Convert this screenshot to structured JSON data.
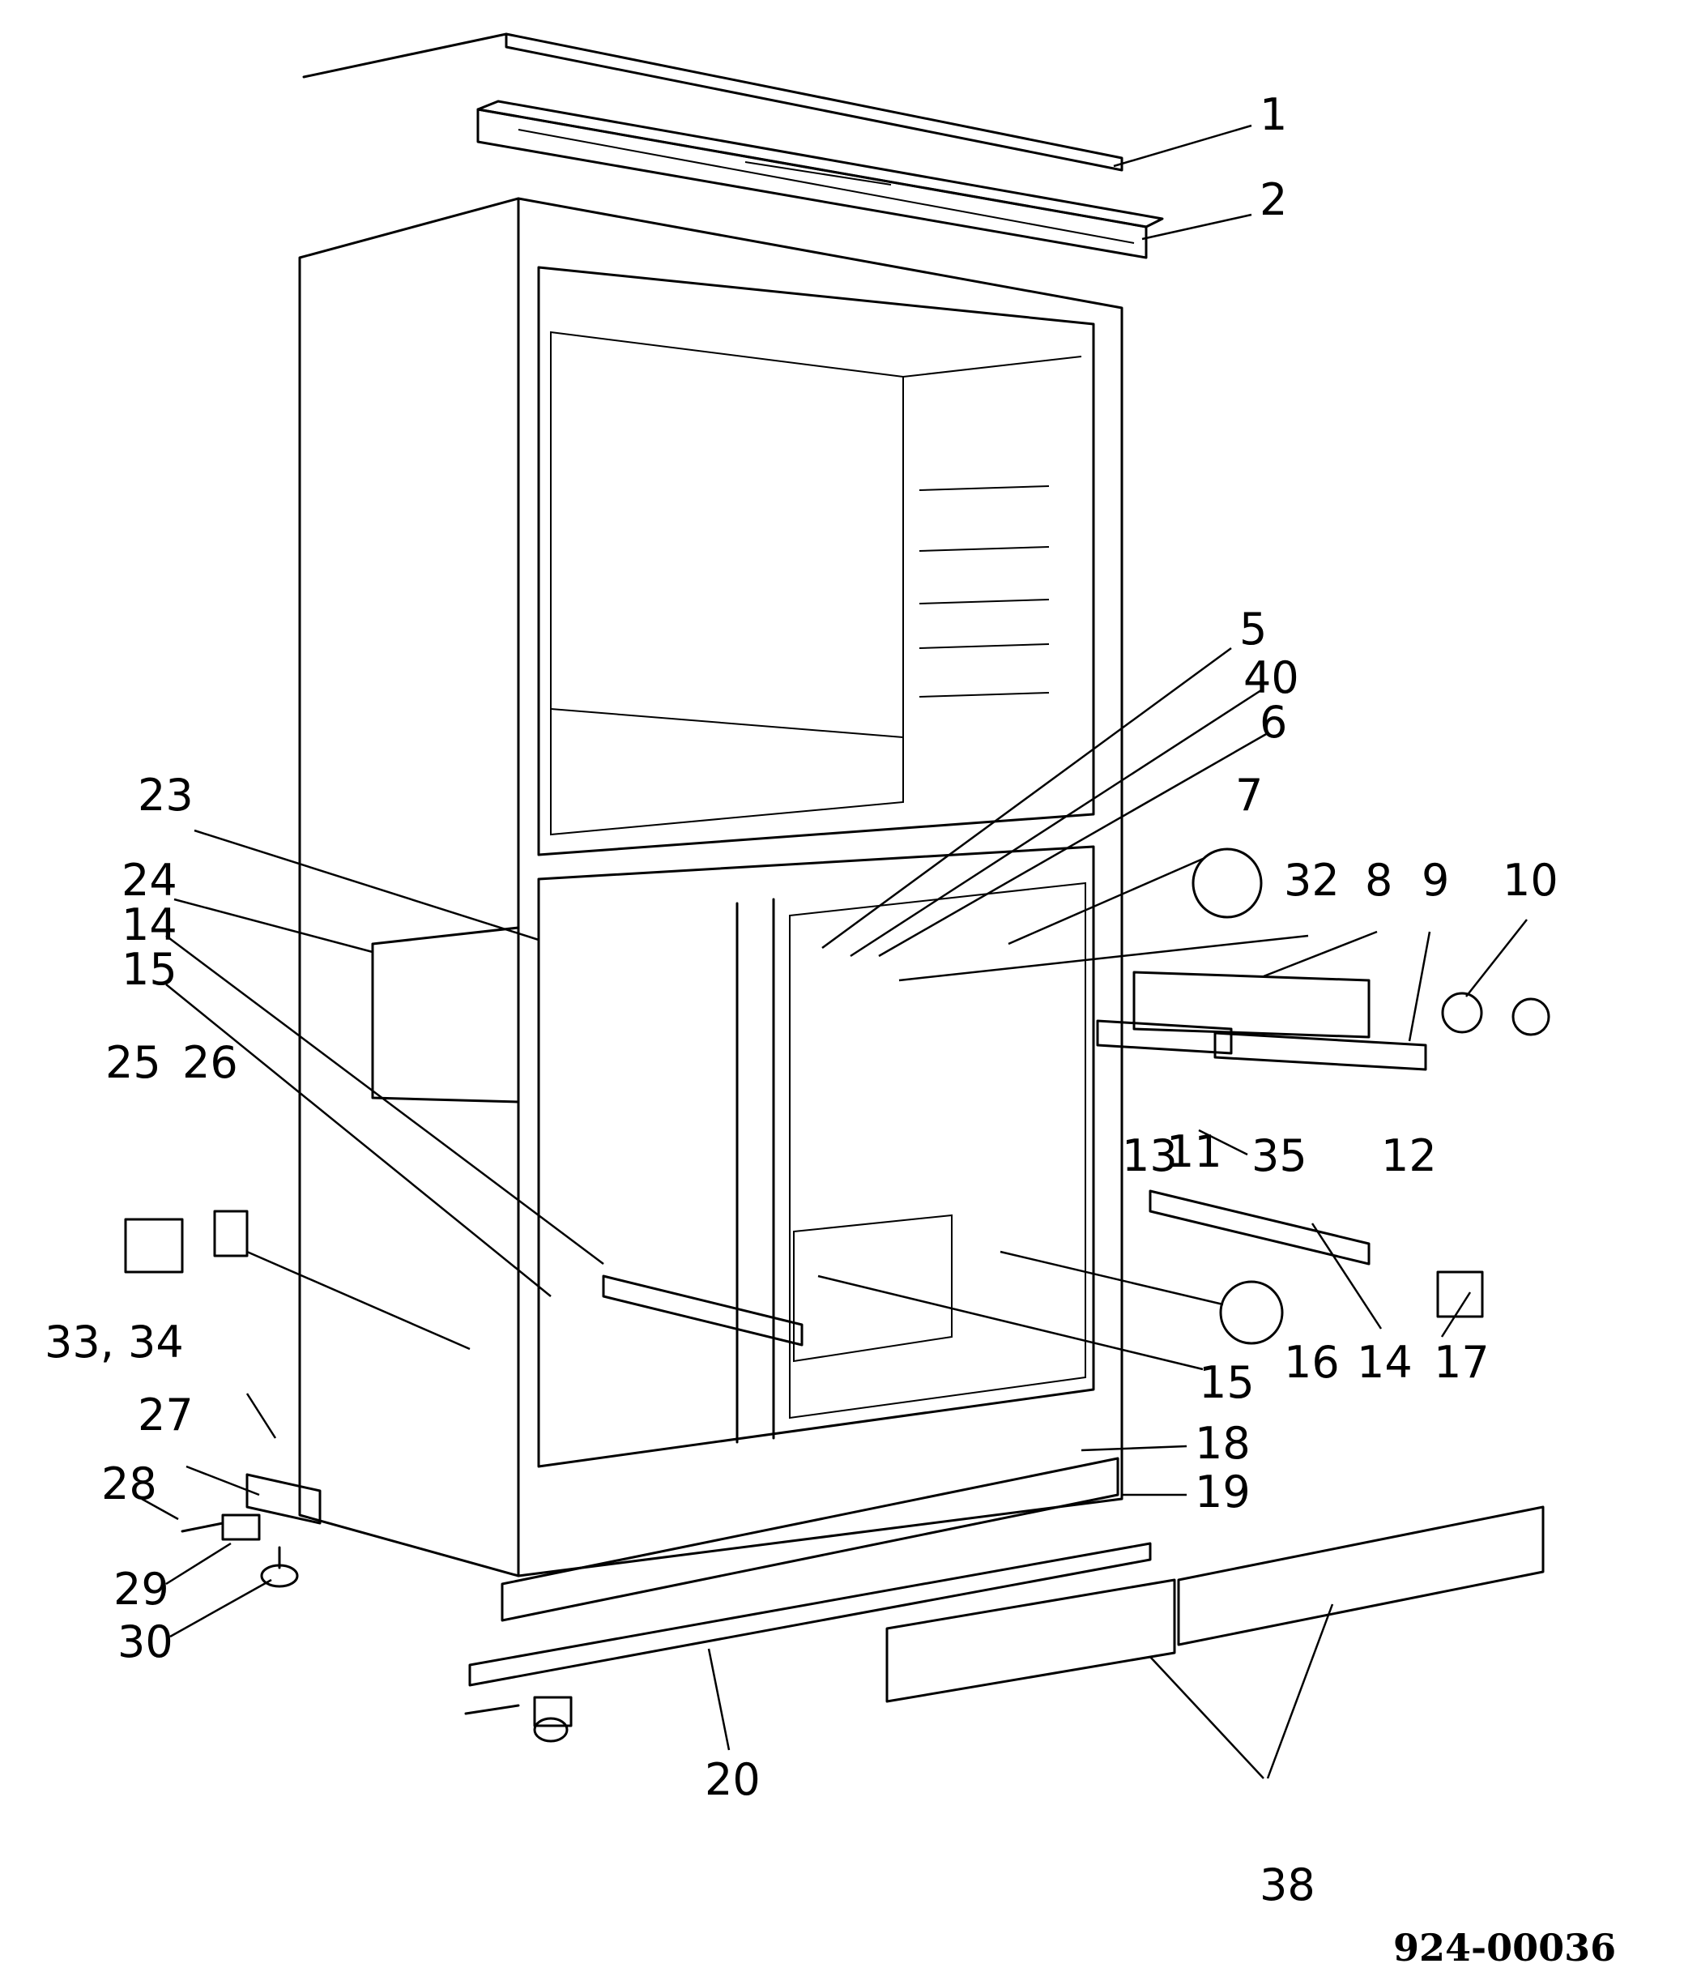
{
  "diagram": {
    "callouts": [
      "1",
      "2",
      "5",
      "40",
      "6",
      "7",
      "32",
      "8",
      "9",
      "10",
      "23",
      "24",
      "14",
      "15",
      "25",
      "26",
      "13",
      "11",
      "35",
      "12",
      "17",
      "16",
      "14",
      "15",
      "33, 34",
      "27",
      "18",
      "28",
      "19",
      "29",
      "30",
      "20",
      "38"
    ],
    "document_id": "924-00036",
    "colors": {
      "line": "#000000",
      "background": "#ffffff"
    }
  }
}
